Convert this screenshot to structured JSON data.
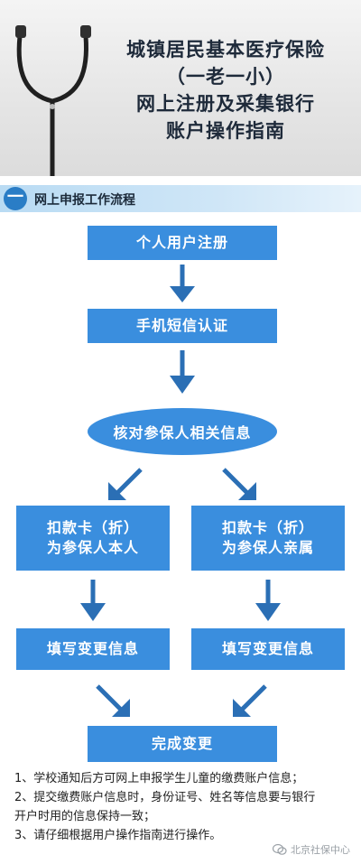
{
  "header": {
    "title_lines": [
      "城镇居民基本医疗保险",
      "（一老一小）",
      "网上注册及采集银行",
      "账户操作指南"
    ]
  },
  "section": {
    "number": "一",
    "title": "网上申报工作流程"
  },
  "flow": {
    "step1": "个人用户注册",
    "step2": "手机短信认证",
    "step3": "核对参保人相关信息",
    "left_branch": [
      "扣款卡（折）",
      "为参保人本人"
    ],
    "right_branch": [
      "扣款卡（折）",
      "为参保人亲属"
    ],
    "left_fill": "填写变更信息",
    "right_fill": "填写变更信息",
    "final": "完成变更"
  },
  "notes": [
    "1、学校通知后方可网上申报学生儿童的缴费账户信息；",
    "2、提交缴费账户信息时，身份证号、姓名等信息要与银行",
    "开户时用的信息保持一致；",
    "3、请仔细根据用户操作指南进行操作。"
  ],
  "watermark": "北京社保中心",
  "colors": {
    "box": "#3a8ede",
    "arrow": "#2b6fb5",
    "header_text": "#1e2a3a",
    "section_badge": "#2a7dc6"
  }
}
